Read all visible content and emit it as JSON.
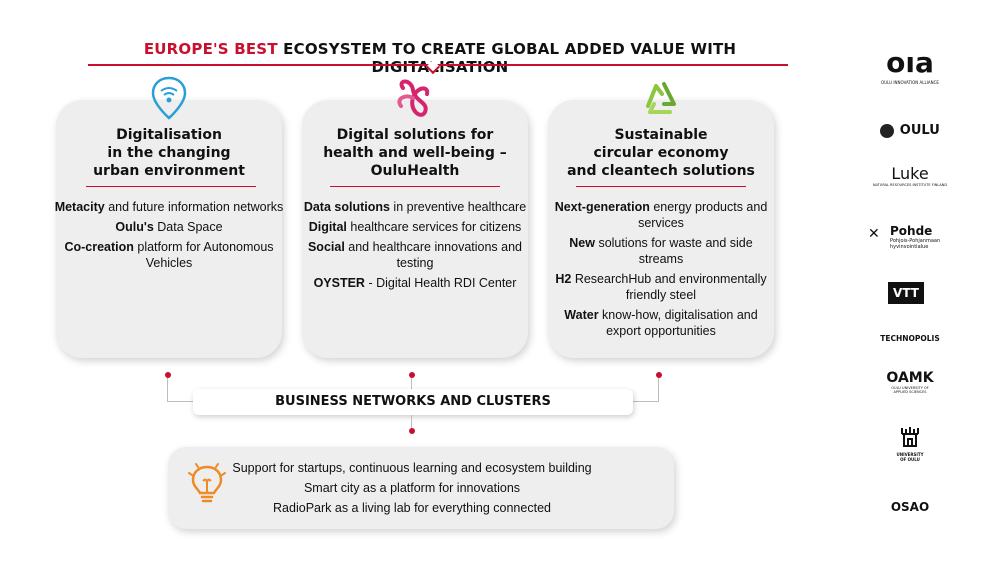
{
  "header": {
    "title_accent": "EUROPE'S BEST",
    "title_rest": " ECOSYSTEM TO CREATE GLOBAL ADDED VALUE WITH DIGITALISATION"
  },
  "cards": [
    {
      "icon": "location-pin-icon",
      "title": "Digitalisation\nin the changing\nurban environment",
      "items": [
        {
          "bold": "Metacity",
          "text": " and future information networks"
        },
        {
          "bold": "Oulu's",
          "text": " Data Space"
        },
        {
          "bold": "Co-creation",
          "text": " platform for Autonomous Vehicles"
        }
      ]
    },
    {
      "icon": "health-loop-icon",
      "title": "Digital solutions for\nhealth and well-being –\nOuluHealth",
      "items": [
        {
          "bold": "Data solutions",
          "text": " in preventive healthcare"
        },
        {
          "bold": "Digital",
          "text": " healthcare services for citizens"
        },
        {
          "bold": "Social",
          "text": " and healthcare innovations and testing"
        },
        {
          "bold": "OYSTER",
          "text": " - Digital Health RDI Center"
        }
      ]
    },
    {
      "icon": "recycle-arrows-icon",
      "title": "Sustainable\ncircular economy\nand cleantech solutions",
      "items": [
        {
          "bold": "Next-generation",
          "text": " energy products and services"
        },
        {
          "bold": "New",
          "text": " solutions for waste and side streams"
        },
        {
          "bold": "H2",
          "text": " ResearchHub and environmentally friendly steel"
        },
        {
          "bold": "Water",
          "text": " know-how, digitalisation and export opportunities"
        }
      ]
    }
  ],
  "networks": {
    "label": "BUSINESS NETWORKS AND CLUSTERS"
  },
  "bottom": {
    "icon": "lightbulb-icon",
    "lines": [
      "Support for startups, continuous learning and ecosystem building",
      "Smart city as a platform for innovations",
      "RadioPark as a living lab for everything connected"
    ]
  },
  "logos": {
    "oia": "oıa",
    "oia_sub": "OULU INNOVATION ALLIANCE",
    "oulu": "OULU",
    "luke": "Luke",
    "luke_sub": "NATURAL RESOURCES INSTITUTE FINLAND",
    "pohde": "Pohde",
    "pohde_sub": "Pohjois-Pohjanmaan hyvinvointialue",
    "vtt": "VTT",
    "technopolis": "TECHNOPOLIS",
    "oamk": "OAMK",
    "oamk_sub": "OULU UNIVERSITY OF APPLIED SCIENCES",
    "univ": "UNIVERSITY OF OULU",
    "osao": "OSAO"
  },
  "colors": {
    "accent": "#c8102e",
    "card_bg": "#eeeeee",
    "pin_blue": "#2a9fd6",
    "health_pink": "#d6246e",
    "eco_green": "#8cc63f",
    "bulb_orange": "#f08a24"
  }
}
